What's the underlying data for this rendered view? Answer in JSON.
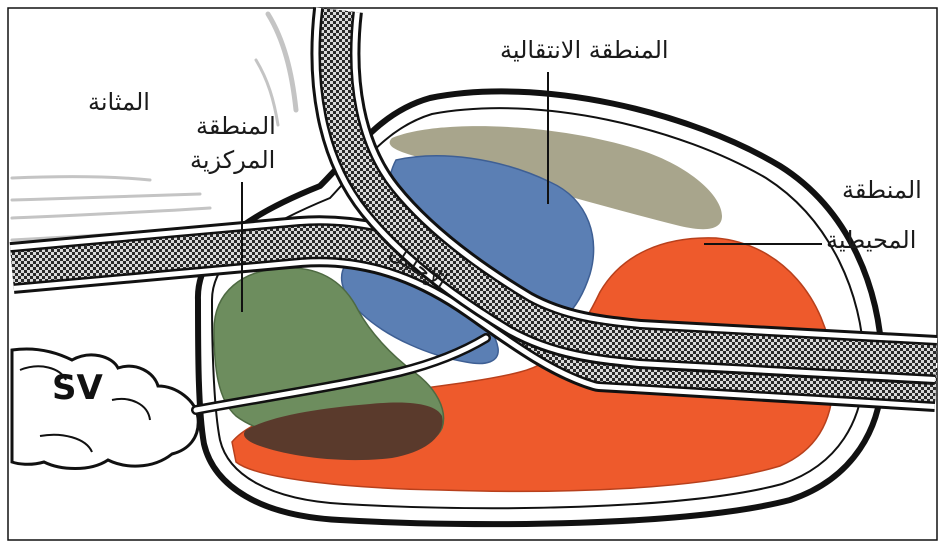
{
  "labels": {
    "bladder": "المثانة",
    "central_zone_line1": "المنطقة",
    "central_zone_line2": "المركزية",
    "transition_zone": "المنطقة الانتقالية",
    "peripheral_zone_line1": "المنطقة",
    "peripheral_zone_line2": "المحيطية",
    "urethra": "الإحليل",
    "seminal_vesicle": "SV"
  },
  "colors": {
    "peripheral_zone": "#EE5A2C",
    "transition_zone": "#5B7FB4",
    "central_zone": "#6D8D5E",
    "overlap_zone": "#5A3A2C",
    "fibromuscular_stroma": "#A8A58C",
    "outline": "#111111"
  }
}
